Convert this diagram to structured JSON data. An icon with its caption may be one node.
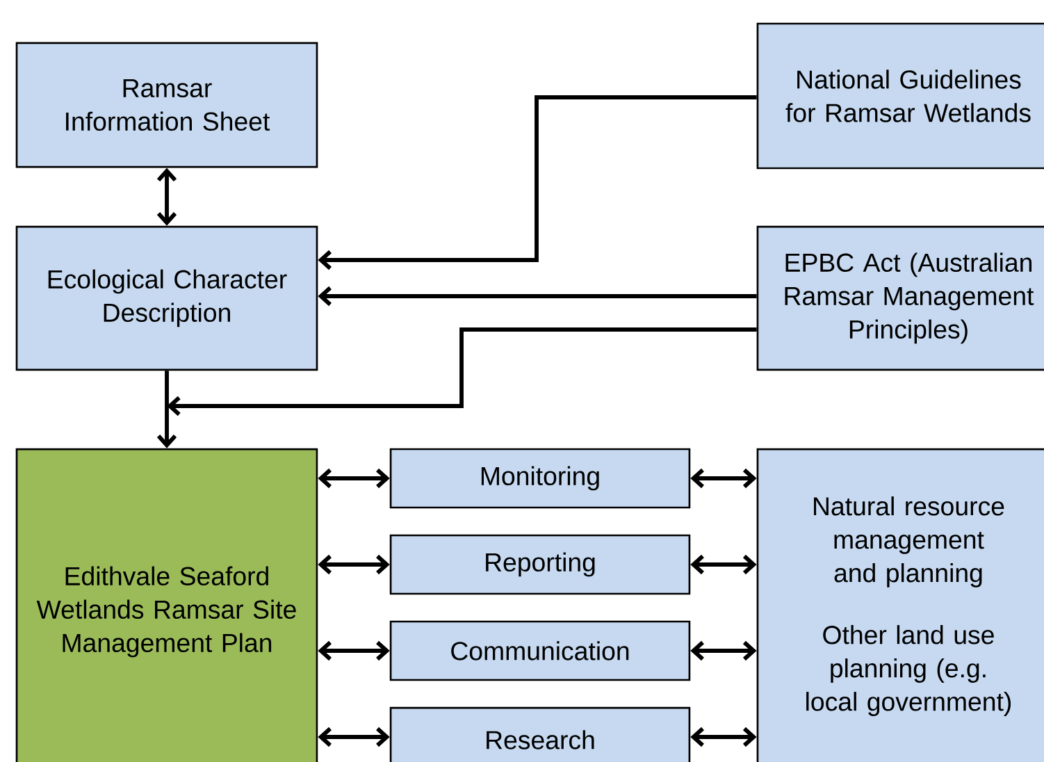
{
  "diagram": {
    "nodes": [
      {
        "text": [
          "Ramsar Information Sheet"
        ]
      },
      {
        "text": [
          "Ecological Character Description"
        ]
      },
      {
        "text": [
          "National Guidelines for Ramsar Wetlands"
        ]
      },
      {
        "text": [
          "EPBC Act (Australian Ramsar Management Principles)"
        ]
      },
      {
        "text": [
          "Edithvale Seaford Wetlands Ramsar Site Management Plan"
        ]
      },
      {
        "text": [
          "Monitoring"
        ]
      },
      {
        "text": [
          "Reporting"
        ]
      },
      {
        "text": [
          "Communication"
        ]
      },
      {
        "text": [
          "Research"
        ]
      },
      {
        "text": [
          "Natural resource management and planning",
          "Other land use planning (e.g. local government)"
        ]
      }
    ],
    "edges": [
      {
        "from": 0,
        "to": 1,
        "arrow": "both"
      },
      {
        "from": 2,
        "to": 1,
        "arrow": "to"
      },
      {
        "from": 3,
        "to": 1,
        "arrow": "to"
      },
      {
        "from": 1,
        "to": 4,
        "arrow": "to"
      },
      {
        "from": 3,
        "to": 4,
        "arrow": "to"
      },
      {
        "from": 4,
        "to": 5,
        "arrow": "both"
      },
      {
        "from": 4,
        "to": 6,
        "arrow": "both"
      },
      {
        "from": 4,
        "to": 7,
        "arrow": "both"
      },
      {
        "from": 4,
        "to": 8,
        "arrow": "both"
      },
      {
        "from": 5,
        "to": 9,
        "arrow": "both"
      },
      {
        "from": 6,
        "to": 9,
        "arrow": "both"
      },
      {
        "from": 7,
        "to": 9,
        "arrow": "both"
      },
      {
        "from": 8,
        "to": 9,
        "arrow": "both"
      }
    ]
  }
}
